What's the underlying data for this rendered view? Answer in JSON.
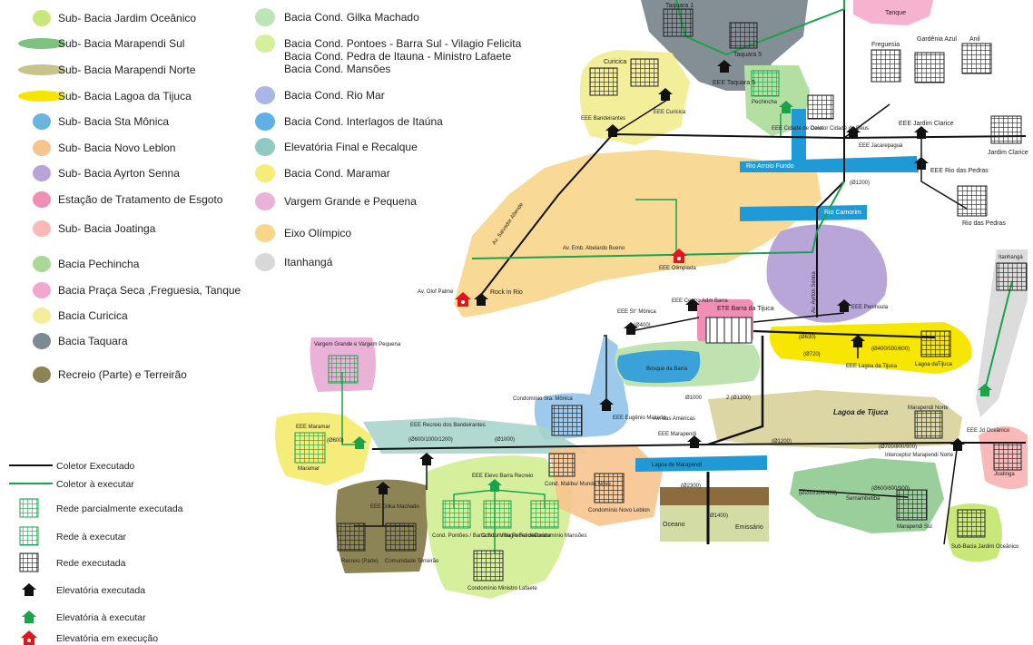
{
  "legend_left": {
    "items": [
      {
        "label": "Sub- Bacia Jardim Oceânico",
        "color": "#c9e87a"
      },
      {
        "label": "Sub- Bacia Marapendi Sul",
        "color": "#7fc27f"
      },
      {
        "label": "Sub- Bacia Marapendi Norte",
        "color": "#c7c38a"
      },
      {
        "label": "Sub- Bacia Lagoa da Tijuca",
        "color": "#f4e600"
      },
      {
        "label": "Sub- Bacia Sta Mônica",
        "color": "#6ab4e0"
      },
      {
        "label": "Sub- Bacia Novo Leblon",
        "color": "#f7c48e"
      },
      {
        "label": "Sub- Bacia Ayrton Senna",
        "color": "#b8a4d6"
      },
      {
        "label": "Estação de Tratamento de Esgoto",
        "color": "#ef8fb5"
      },
      {
        "label": "Sub- Bacia Joatinga",
        "color": "#f9b9b9"
      },
      {
        "label": "Bacia Pechincha",
        "color": "#a9d89a"
      },
      {
        "label": "Bacia Praça Seca ,Freguesia, Tanque",
        "color": "#f2a7cf"
      },
      {
        "label": "Bacia Curicica",
        "color": "#f4ee9c"
      },
      {
        "label": "Bacia Taquara",
        "color": "#7d8a94"
      },
      {
        "label": "Recreio (Parte) e Terreirão",
        "color": "#8d8456"
      }
    ]
  },
  "legend_middle": {
    "items": [
      {
        "label": "Bacia Cond. Gilka Machado",
        "color": "#bfe3b8"
      },
      {
        "label": "Bacia Cond. Pontoes - Barra Sul - Vilagio Felicita",
        "color": "#d6ef9c"
      },
      {
        "label": "Bacia Cond. Pedra de Itauna - Ministro Lafaete",
        "color": ""
      },
      {
        "label": "Bacia Cond. Mansões",
        "color": ""
      },
      {
        "label": "Bacia Cond. Rio Mar",
        "color": "#a9b6e8"
      },
      {
        "label": "Bacia Cond. Interlagos de Itaúna",
        "color": "#5fb0e6"
      },
      {
        "label": "Elevatória Final e Recalque",
        "color": "#8fc9c0"
      },
      {
        "label": "Bacia Cond. Maramar",
        "color": "#f6ec7a"
      },
      {
        "label": "Vargem Grande e Pequena",
        "color": "#eab2d6"
      },
      {
        "label": "Eixo Olímpico",
        "color": "#f7d68a"
      },
      {
        "label": "Itanhangá",
        "color": "#d8d8d8"
      }
    ]
  },
  "legend_bottom": {
    "items": [
      {
        "label": "Coletor Executado",
        "kind": "line-black"
      },
      {
        "label": "Coletor à executar",
        "kind": "line-green"
      },
      {
        "label": "Rede parcialmente executada",
        "kind": "grid-mixed"
      },
      {
        "label": "Rede à executar",
        "kind": "grid-green"
      },
      {
        "label": "Rede executada",
        "kind": "grid-black"
      },
      {
        "label": "Elevatória executada",
        "kind": "house-black"
      },
      {
        "label": "Elevatória à executar",
        "kind": "house-green"
      },
      {
        "label": "Elevatória em execução",
        "kind": "house-red"
      }
    ]
  },
  "map_labels": {
    "taquara1": "Taquara 1",
    "taquara5": "Taquara 5",
    "eee_taquara5": "EEE Taquara 5",
    "tanque": "Tanque",
    "freguesia": "Freguesia",
    "gardenia": "Gardênia Azul",
    "anil": "Anil",
    "curicica": "Curicica",
    "eee_bandeirantes": "EEE Bandeirantes",
    "eee_curicica": "EEE Curicica",
    "pechincha": "Pechincha",
    "eee_cidade_deus": "EEE Cidade de Deus",
    "coletor_cidade_deus": "Coletor Cidade de Deus",
    "eee_jacarepagua": "EEE Jacarepaguá",
    "eee_jardim_clarice": "EEE Jardim Clarice",
    "jardim_clarice": "Jardim Clarice",
    "eee_rio_pedras": "EEE Rio das Pedras",
    "rio_pedras": "Rio das Pedras",
    "rio_arroio_fundo": "Rio Arroio Fundo",
    "rio_camorim": "Rio Camorim",
    "av_salvador_allende": "Av. Salvador Allende",
    "av_abelardo": "Av. Emb. Abelardo Bueno",
    "eee_olimpiada": "EEE Olimpiada",
    "av_olof": "Av. Olof Palme",
    "rock_in_rio": "Rock in Rio",
    "av_ayrton_senna": "Av. Ayrton Senna",
    "eee_st_monica": "EEE St° Mônica",
    "eee_centro_adm": "EEE Centro Adm Barra",
    "ete_barra": "ETE Barra da Tijuca",
    "eee_peninsula": "EEE Peninsula",
    "eee_lagoa_tijuca": "EEE Lagoa da Tijuca",
    "lagoa_tijuca_net": "Lagoa daTijuca",
    "bosque_barra": "Bosque da Barra",
    "itanhanga": "Itanhangá",
    "vargem": "Vargem Grande e Vargem Pequena",
    "eee_maramar": "EEE Maramar",
    "maramar": "Maramar",
    "eee_recreio": "EEE Recreio dos Bandeirantes",
    "eee_gilka": "EEE Gilka Machado",
    "recreio_parte": "Recreio (Parte)",
    "comunidade_terreirao": "Comunidade Terreirão",
    "eee_elevo_barra": "EEE Elevo Barra Recreio",
    "cond_pontoes": "Cond. Pontões / Barra Sul / Villagio Felicita",
    "cond_pedra": "Condomínio Pedra de Itaúna",
    "cond_mansoes": "Condomínio Mansões",
    "cond_ministro": "Condomínio Ministro Lafaete",
    "cond_malibu": "Cond. Malibu/ Mundo Novo",
    "cond_novo_leblon": "Condomínio Novo Leblon",
    "cond_sta_monica": "Condomínio Sta. Mônica",
    "eee_eugenio": "EEE Eugênio Macedo",
    "av_americas": "Av. das Américas",
    "eee_marapendi": "EEE Marapendi",
    "lagoa_marapendi": "Lagoa de Marapendi",
    "lagoa_tijuca_label": "Lagoa de Tijuca",
    "marapendi_norte": "Marapendi Norte",
    "interceptor": "Interceptor Marapendi Norte",
    "sernambetiba": "Sernambetiba",
    "marapendi_sul": "Marapendi Sul",
    "eee_jd_oceanico": "EEE Jd Oceânico",
    "joatinga": "Joatinga",
    "sub_bacia_jardim": "Sub-Bacia Jardim Oceânico",
    "oceano": "Oceano",
    "emissario": "Emissário",
    "d1200": "(Ø1200)",
    "d400": "(Ø400)",
    "d630": "(Ø630)",
    "d720": "(Ø720)",
    "d400_500_600": "(Ø400/500/600)",
    "d1000": "Ø1000",
    "d2_1200": "2 (Ø1200)",
    "d1200b": "(Ø1200)",
    "d600": "(Ø600)",
    "d600_1000_1200": "(Ø600/1000/1200)",
    "d1000b": "(Ø1000)",
    "d2300": "(Ø2300)",
    "d1400": "(Ø1400)",
    "d700_800_900": "(Ø700/800/900)",
    "d200_300_400": "(Ø200/300/400)",
    "d600_800": "(Ø600/800/900)"
  }
}
